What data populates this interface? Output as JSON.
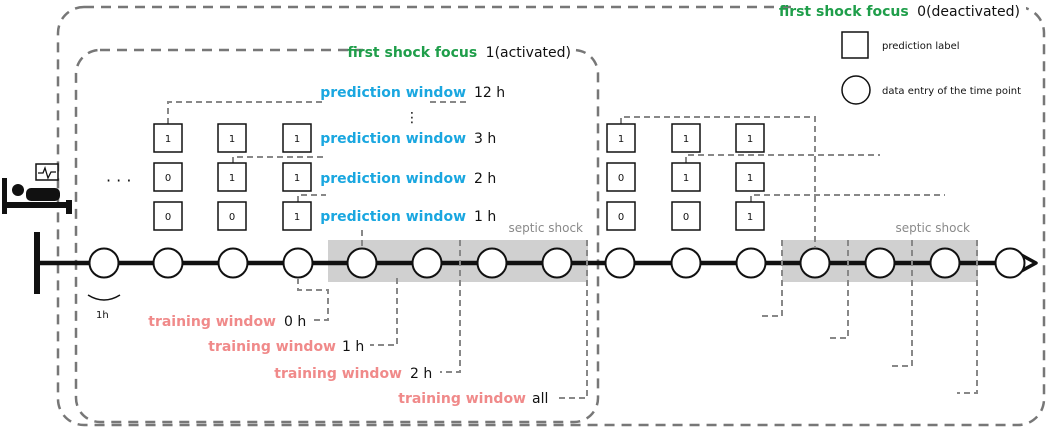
{
  "colors": {
    "green": "#1f9e4a",
    "blue": "#1aa7e0",
    "pink": "#f08a8a",
    "gray_dash": "#777777",
    "shock_band": "#d0d0d0",
    "shock_text": "#8a8a8a",
    "black": "#111111"
  },
  "focus_outer": {
    "title": "first shock focus",
    "value": "0(deactivated)"
  },
  "focus_inner": {
    "title": "first shock focus",
    "value": "1(activated)"
  },
  "legend": {
    "label_square": "prediction label",
    "label_circle": "data entry of the time point"
  },
  "ellipsis_left": "· · ·",
  "ellipsis_vertical": "⋮",
  "scale_label": "1h",
  "shock_label_1": "septic shock",
  "shock_label_2": "septic shock",
  "prediction_windows": [
    {
      "label": "prediction window",
      "value": "12 h"
    },
    {
      "label": "prediction window",
      "value": "3 h"
    },
    {
      "label": "prediction window",
      "value": "2 h"
    },
    {
      "label": "prediction window",
      "value": "1 h"
    }
  ],
  "training_windows": [
    {
      "label": "training window",
      "value": "0 h"
    },
    {
      "label": "training window",
      "value": "1 h"
    },
    {
      "label": "training window",
      "value": "2 h"
    },
    {
      "label": "training window",
      "value": "all"
    }
  ],
  "label_grid_left": [
    [
      "1",
      "1",
      "1"
    ],
    [
      "0",
      "1",
      "1"
    ],
    [
      "0",
      "0",
      "1"
    ]
  ],
  "label_grid_right": [
    [
      "1",
      "1",
      "1"
    ],
    [
      "0",
      "1",
      "1"
    ],
    [
      "0",
      "0",
      "1"
    ]
  ]
}
